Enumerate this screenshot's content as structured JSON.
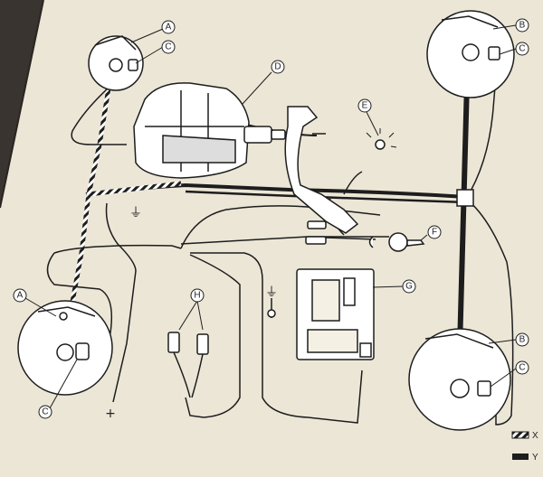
{
  "callouts": {
    "a_top": "A",
    "c_top": "C",
    "d": "D",
    "e": "E",
    "b_right": "B",
    "c_right": "C",
    "f": "F",
    "g": "G",
    "h": "H",
    "a_left": "A",
    "c_left": "C",
    "b_bottom": "B",
    "c_bottom": "C"
  },
  "symbols": {
    "plus": "+",
    "ground": "⏚"
  },
  "legend": {
    "x_label": "X",
    "y_label": "Y"
  },
  "colors": {
    "paper": "#ece6d6",
    "ink": "#1d1d1d",
    "page_shadow": "#3a3430"
  }
}
